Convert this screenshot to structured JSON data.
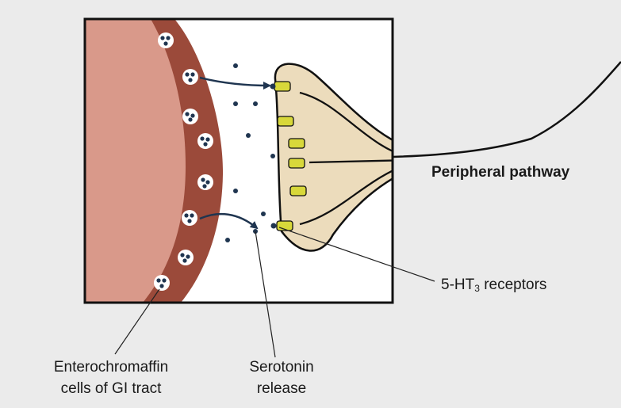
{
  "labels": {
    "peripheral_pathway": "Peripheral pathway",
    "receptors_main": "5-HT",
    "receptors_sub": "3",
    "receptors_rest": " receptors",
    "ec_line1": "Enterochromaffin",
    "ec_line2": "cells of GI tract",
    "serotonin_line1": "Serotonin",
    "serotonin_line2": "release"
  },
  "colors": {
    "background": "#ebebeb",
    "gut_lumen": "#d9998a",
    "gut_wall": "#9b4a3a",
    "nerve_terminal": "#ecdcbc",
    "receptor": "#d8d83a",
    "serotonin": "#1f3550",
    "outline": "#111111"
  }
}
